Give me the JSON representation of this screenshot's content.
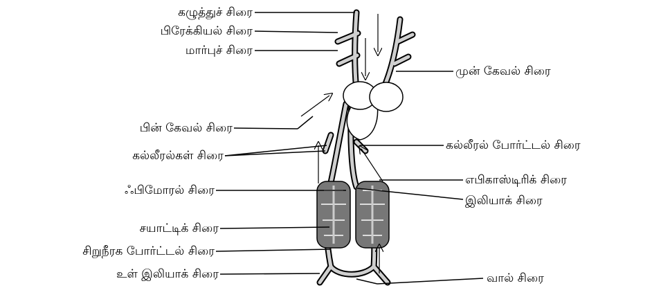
{
  "labels": {
    "jugular": "கழுத்துச் சிரை",
    "brachial": "பிரேக்கியல் சிரை",
    "pectoral": "மார்புச் சிரை",
    "precaval": "முன் கேவல் சிரை",
    "postcaval": "பின் கேவல் சிரை",
    "hepatic": "கல்லீரல்கள் சிரை",
    "hepatic_portal": "கல்லீரல் போர்ட்டல் சிரை",
    "epigastric": "எபிகாஸ்டிரிக் சிரை",
    "femoral": "ஃபிமோரல் சிரை",
    "iliac": "இலியாக் சிரை",
    "sciatic": "சயாட்டிக் சிரை",
    "renal_portal": "சிறுநீரக போர்ட்டல் சிரை",
    "internal_iliac": "உள் இலியாக் சிரை",
    "caudal": "வால் சிரை"
  },
  "colors": {
    "line": "#000000",
    "vessel": "#cfcfcf",
    "kidney": "#6e6e6e"
  }
}
